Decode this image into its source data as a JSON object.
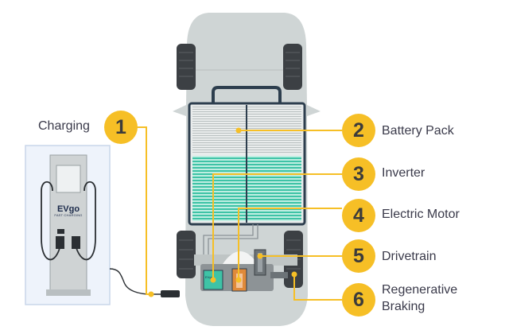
{
  "charger": {
    "brand": "EVgo",
    "subtitle": "FAST CHARGING"
  },
  "components": [
    {
      "number": "1",
      "label": "Charging"
    },
    {
      "number": "2",
      "label": "Battery Pack"
    },
    {
      "number": "3",
      "label": "Inverter"
    },
    {
      "number": "4",
      "label": "Electric Motor"
    },
    {
      "number": "5",
      "label": "Drivetrain"
    },
    {
      "number": "6",
      "label": "Regenerative\nBraking"
    }
  ],
  "colors": {
    "callout_yellow": "#f6bf26",
    "car_body": "#cfd5d5",
    "battery_teal": "#3ec3a6",
    "motor_orange": "#e08a3a",
    "charger_panel": "#eef3fb"
  }
}
